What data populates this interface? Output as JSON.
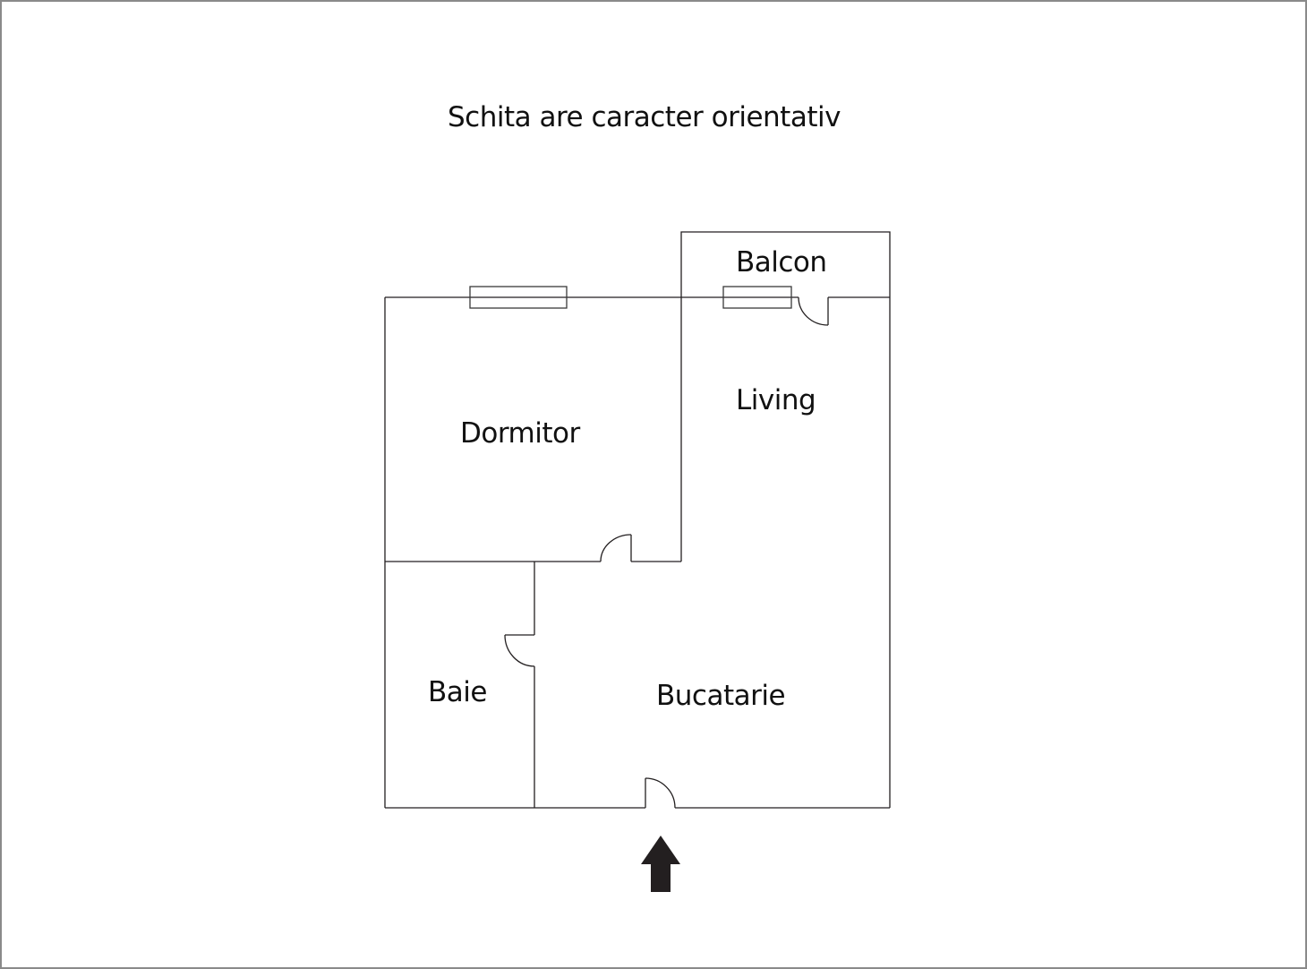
{
  "title": "Schita are caracter orientativ",
  "rooms": {
    "dormitor": "Dormitor",
    "living": "Living",
    "balcon": "Balcon",
    "baie": "Baie",
    "bucatarie": "Bucatarie"
  },
  "entrance": {
    "icon": "arrow-up-icon",
    "meaning": "entrance"
  },
  "colors": {
    "lines": "#231f20",
    "frame": "#8a8a8a",
    "background": "#ffffff"
  }
}
